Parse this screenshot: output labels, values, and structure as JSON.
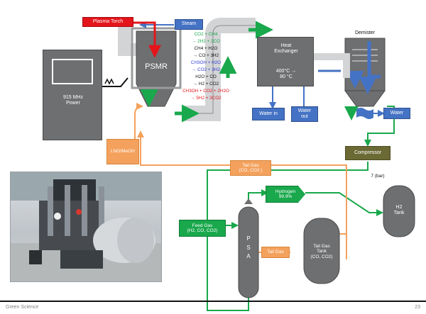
{
  "labels": {
    "plasma_torch": "Plasma Torch",
    "steam": "Steam",
    "power": "915 MHz\nPower",
    "psmr": "PSMR",
    "heat_exchanger": "Heat\nExchanger",
    "heat_temp": "400°C →\n80 °C",
    "demister": "Demister",
    "water_in": "Water in",
    "water_out": "Water\nout",
    "water": "Water",
    "lng": "LNG/MeOH",
    "compressor": "Compressor",
    "pressure": "7 (bar)",
    "tail_gas_top": "Tail Gas\n(CO, CO2 )",
    "hydrogen": "Hydrogen\n99.9%",
    "h2_tank": "H2\nTank",
    "feed_gas": "Feed Gas\n(H2, CO, CO2)",
    "psa": "P\nS\nA",
    "tail_gas_mid": "Tail Gas",
    "tail_tank": "Tail Gas\nTank\n(CO, CO2)",
    "footer_left": "Green Science",
    "footer_right": "23"
  },
  "reactions": [
    {
      "text": "CO2 + CH4",
      "color": "#19a84c"
    },
    {
      "text": "→ 2H2 + 2CO",
      "color": "#19a84c"
    },
    {
      "text": "CH4 + H2O",
      "color": "#111111"
    },
    {
      "text": "→ CO + 3H2",
      "color": "#111111"
    },
    {
      "text": "CH3OH + H2O",
      "color": "#2f3fd6"
    },
    {
      "text": "→ CO2 + 3H2",
      "color": "#2f3fd6"
    },
    {
      "text": "H2O + CO",
      "color": "#111111"
    },
    {
      "text": "→ H2 + CO2",
      "color": "#111111"
    },
    {
      "text": "CH3OH + CO2 + 2H2O",
      "color": "#e3151b"
    },
    {
      "text": "→ 5H2 + 3CO2",
      "color": "#e3151b"
    }
  ],
  "colors": {
    "green_line": "#19a84c",
    "orange_line": "#f4a15d",
    "blue_line": "#4472c4",
    "red_line": "#e3151b",
    "vessel": "#6e6f71"
  }
}
